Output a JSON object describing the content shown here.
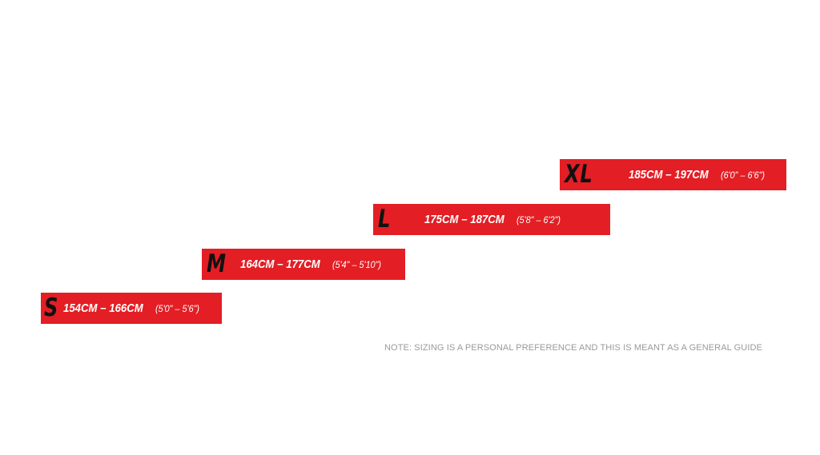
{
  "chart_data": {
    "type": "table",
    "title": "",
    "bar_color": "#e31e24",
    "letter_color": "#111111",
    "label_color": "#ffffff",
    "note_color": "#9a9a9a",
    "rows": [
      {
        "size": "S",
        "cm_range": "154CM – 166CM",
        "inch_range": "(5'0\" – 5'6\")",
        "cm_min": 154,
        "cm_max": 166
      },
      {
        "size": "M",
        "cm_range": "164CM – 177CM",
        "inch_range": "(5'4\" – 5'10\")",
        "cm_min": 164,
        "cm_max": 177
      },
      {
        "size": "L",
        "cm_range": "175CM – 187CM",
        "inch_range": "(5'8\" – 6'2\")",
        "cm_min": 175,
        "cm_max": 187
      },
      {
        "size": "XL",
        "cm_range": "185CM – 197CM",
        "inch_range": "(6'0\" – 6'6\")",
        "cm_min": 185,
        "cm_max": 197
      }
    ],
    "note": "NOTE: SIZING IS A PERSONAL PREFERENCE AND THIS IS MEANT AS A GENERAL GUIDE"
  }
}
